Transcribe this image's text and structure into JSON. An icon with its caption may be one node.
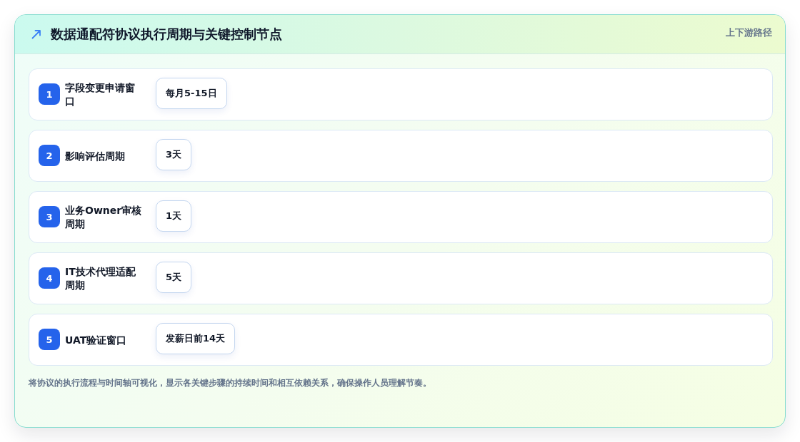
{
  "diagram": {
    "title": "数据通配符协议执行周期与关键控制节点",
    "caption": "将协议的执行流程与时间轴可视化，显示各关键步骤的持续时间和相互依赖关系，确保操作人员理解节奏。",
    "nodes": [
      {
        "text": [
          "字段变更申请窗口"
        ]
      },
      {
        "text": [
          "1"
        ],
        "in": 0
      },
      {
        "text": [
          "每月5-15日"
        ],
        "in": 0
      },
      {
        "text": [
          "影响评估周期"
        ]
      },
      {
        "text": [
          "2"
        ],
        "in": 3
      },
      {
        "text": [
          "3天"
        ],
        "in": 3
      },
      {
        "text": [
          "业务Owner审核周期"
        ]
      },
      {
        "text": [
          "3"
        ],
        "in": 6
      },
      {
        "text": [
          "1天"
        ],
        "in": 6
      },
      {
        "text": [
          "IT技术代理适配周期"
        ]
      },
      {
        "text": [
          "4"
        ],
        "in": 9
      },
      {
        "text": [
          "5天"
        ],
        "in": 9
      },
      {
        "text": [
          "UAT验证窗口"
        ]
      },
      {
        "text": [
          "5"
        ],
        "in": 12
      },
      {
        "text": [
          "发薪日前14天"
        ],
        "in": 12
      }
    ],
    "labels": [
      "上下游路径"
    ]
  }
}
